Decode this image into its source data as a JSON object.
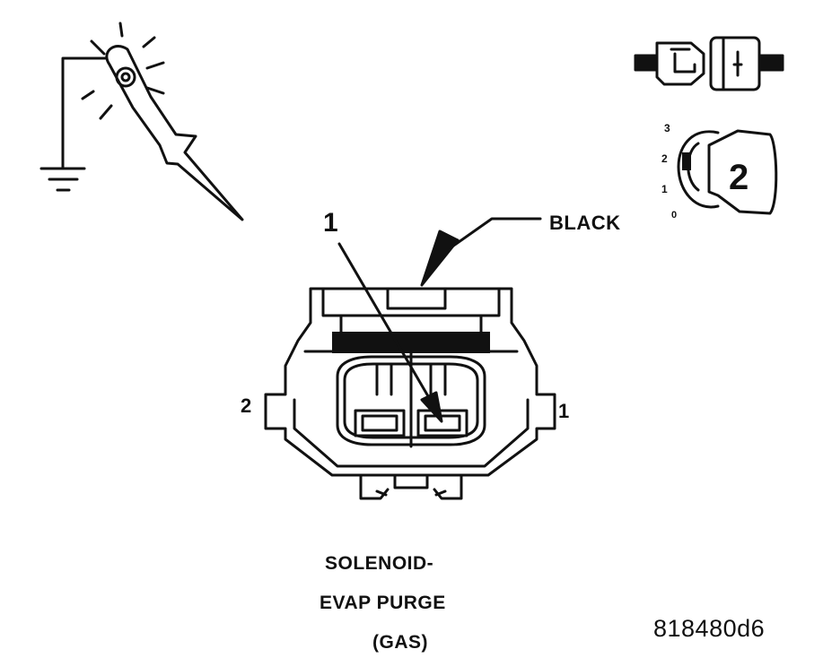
{
  "callout": {
    "number": "1",
    "wire_color": "BLACK"
  },
  "connector": {
    "pin_left": "2",
    "pin_right": "1"
  },
  "caption": {
    "line1": "SOLENOID-",
    "line2": "EVAP PURGE",
    "line3": "(GAS)"
  },
  "figure_id": "818480d6",
  "ignition_switch": {
    "positions": [
      "3",
      "2",
      "1",
      "0"
    ],
    "selected": "2"
  },
  "icons": [
    "test-light-probe-icon",
    "ground-symbol-icon",
    "disconnected-connector-icon",
    "ignition-switch-icon"
  ]
}
